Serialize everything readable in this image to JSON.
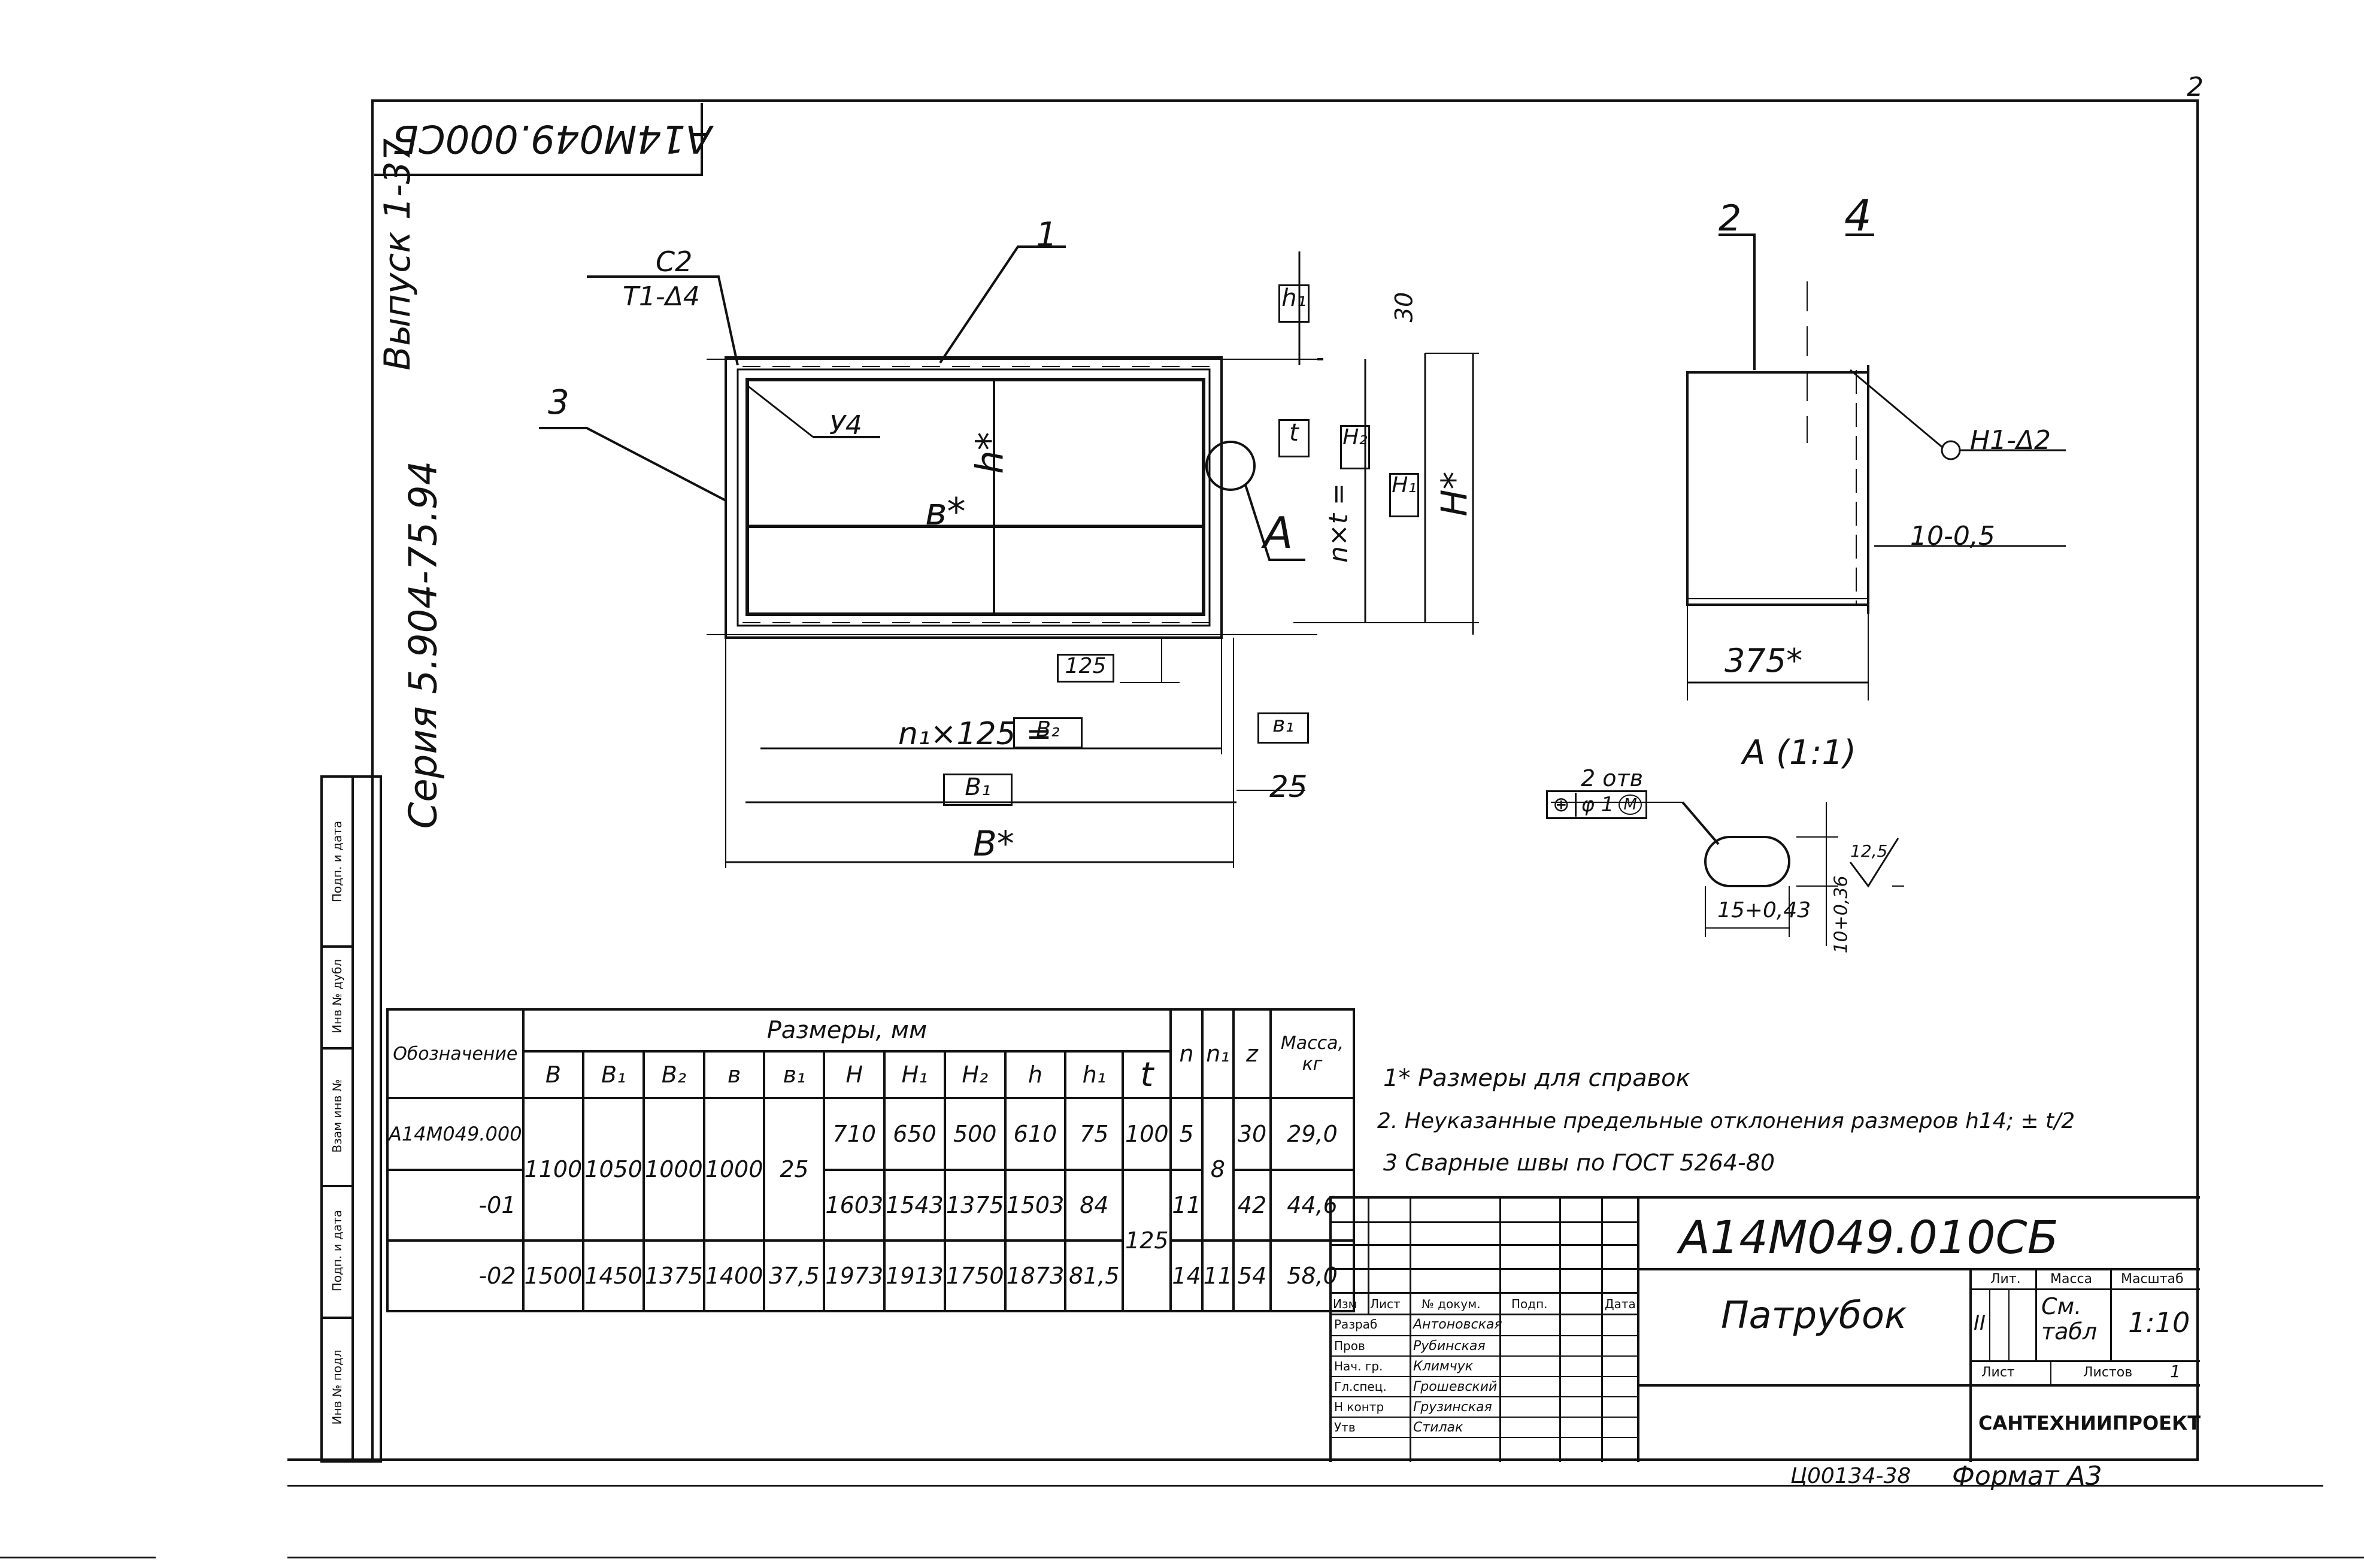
{
  "sheet": {
    "page_number": "2",
    "rotated_code": "А14М049.000СБ",
    "series_label": "Серия 5.904-75.94",
    "issue_label": "Выпуск 1-37",
    "footer_code": "Ц00134-38",
    "format_label": "Формат А3"
  },
  "side_stamp": [
    "Инв № подл",
    "Подп. и дата",
    "Взам инв №",
    "Инв № дубл",
    "Подп. и дата"
  ],
  "front_view": {
    "weld_code_top": "С2",
    "weld_code_bottom": "Т1-Δ4",
    "weld_u4": "У4",
    "pos_1": "1",
    "pos_3": "3",
    "dim_h1": "h₁",
    "dim_30": "30",
    "dim_t": "t",
    "dim_h2": "H₂",
    "dim_h1_box": "H₁",
    "dim_nt": "n×t =",
    "dim_Hstar": "H*",
    "dim_hstar": "h*",
    "dim_bstar": "в*",
    "detail_A": "A",
    "dim_125": "125",
    "dim_n1": "n₁×125 =",
    "dim_B2": "B₂",
    "dim_b1": "в₁",
    "dim_B1": "B₁",
    "dim_25": "25",
    "dim_Bstar": "B*"
  },
  "side_view": {
    "pos_2": "2",
    "pos_4": "4",
    "weld": "Н1-Δ2",
    "thickness": "10-0,5",
    "depth": "375*"
  },
  "detail": {
    "title": "A (1:1)",
    "holes": "2 отв",
    "tolerance_sym": "⊕",
    "tolerance_val": "φ 1",
    "tolerance_mod": "M",
    "slot_len": "15+0,43",
    "slot_width": "10+0,36",
    "roughness": "12,5"
  },
  "table": {
    "header_main": "Размеры, мм",
    "col_designation": "Обозначение",
    "cols": [
      "B",
      "B₁",
      "B₂",
      "в",
      "в₁",
      "H",
      "H₁",
      "H₂",
      "h",
      "h₁",
      "t"
    ],
    "col_n": "n",
    "col_n1": "n₁",
    "col_z": "z",
    "col_mass": "Масса, кг",
    "rows": [
      {
        "designation": "А14М049.000",
        "B": "1100",
        "B1": "1050",
        "B2": "1000",
        "v": "1000",
        "v1": "25",
        "H": "710",
        "H1": "650",
        "H2": "500",
        "h": "610",
        "h1": "75",
        "t": "100",
        "n": "5",
        "n1": "8",
        "z": "30",
        "mass": "29,0"
      },
      {
        "designation": "-01",
        "H": "1603",
        "H1": "1543",
        "H2": "1375",
        "h": "1503",
        "h1": "84",
        "t": "125",
        "n": "11",
        "z": "42",
        "mass": "44,6"
      },
      {
        "designation": "-02",
        "B": "1500",
        "B1": "1450",
        "B2": "1375",
        "v": "1400",
        "v1": "37,5",
        "H": "1973",
        "H1": "1913",
        "H2": "1750",
        "h": "1873",
        "h1": "81,5",
        "n": "14",
        "n1": "11",
        "z": "54",
        "mass": "58,0"
      }
    ]
  },
  "notes": [
    "1* Размеры для справок",
    "2. Неуказанные предельные отклонения размеров h14; ± t/2",
    "3 Сварные швы по ГОСТ 5264-80"
  ],
  "title_block": {
    "doc_code": "А14М049.010СБ",
    "name": "Патрубок",
    "lit_label": "Лит.",
    "mass_label": "Масса",
    "scale_label": "Масштаб",
    "lit_value": "II",
    "mass_value": "См. табл",
    "scale_value": "1:10",
    "sheet_label": "Лист",
    "sheets_label": "Листов",
    "sheets_value": "1",
    "org": "САНТЕХНИИПРОЕКТ",
    "header_cells": [
      "Изм",
      "Лист",
      "№ докум.",
      "Подп.",
      "Дата"
    ],
    "roles": [
      {
        "role": "Разраб",
        "name": "Антоновская"
      },
      {
        "role": "Пров",
        "name": "Рубинская"
      },
      {
        "role": "Нач. гр.",
        "name": "Климчук"
      },
      {
        "role": "Гл.спец.",
        "name": "Грошевский"
      },
      {
        "role": "Н контр",
        "name": "Грузинская"
      },
      {
        "role": "Утв",
        "name": "Стилак"
      }
    ]
  }
}
